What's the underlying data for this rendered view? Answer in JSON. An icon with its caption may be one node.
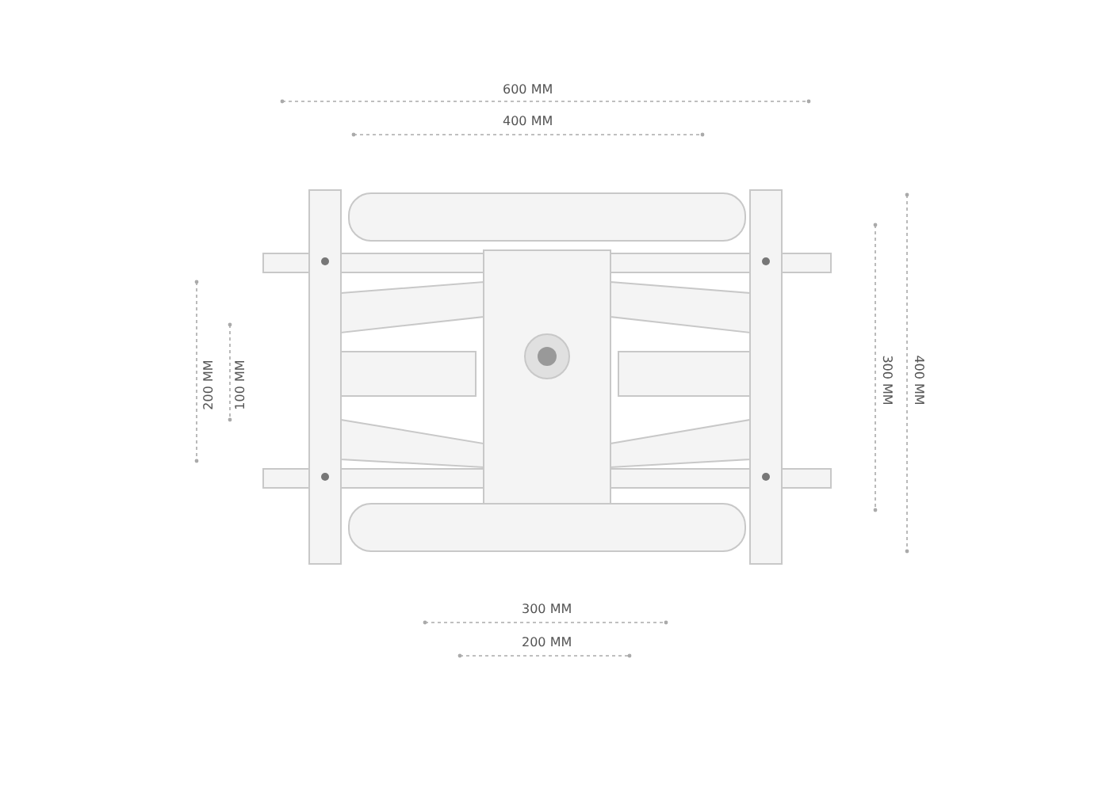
{
  "diagram": {
    "labels": [
      "600 MM",
      "400 MM",
      "200 MM",
      "100 MM",
      "300 MM",
      "400 MM",
      "300 MM",
      "200 MM"
    ]
  }
}
